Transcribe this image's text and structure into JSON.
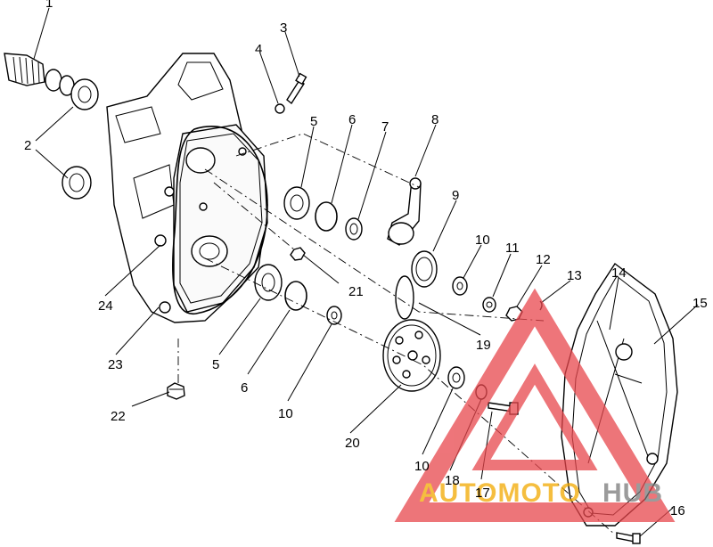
{
  "diagram": {
    "part_numbers": [
      "1",
      "2",
      "3",
      "4",
      "5",
      "6",
      "7",
      "8",
      "9",
      "10",
      "11",
      "12",
      "13",
      "14",
      "15",
      "16",
      "17",
      "18",
      "19",
      "20",
      "21",
      "22",
      "23",
      "24",
      "5",
      "6",
      "10",
      "10"
    ],
    "watermark": {
      "text": "AUTOMOTOHUB",
      "colors": {
        "triangle": "#e8474d",
        "auto": "#f2a900",
        "hub": "#7a7a7a"
      }
    }
  }
}
